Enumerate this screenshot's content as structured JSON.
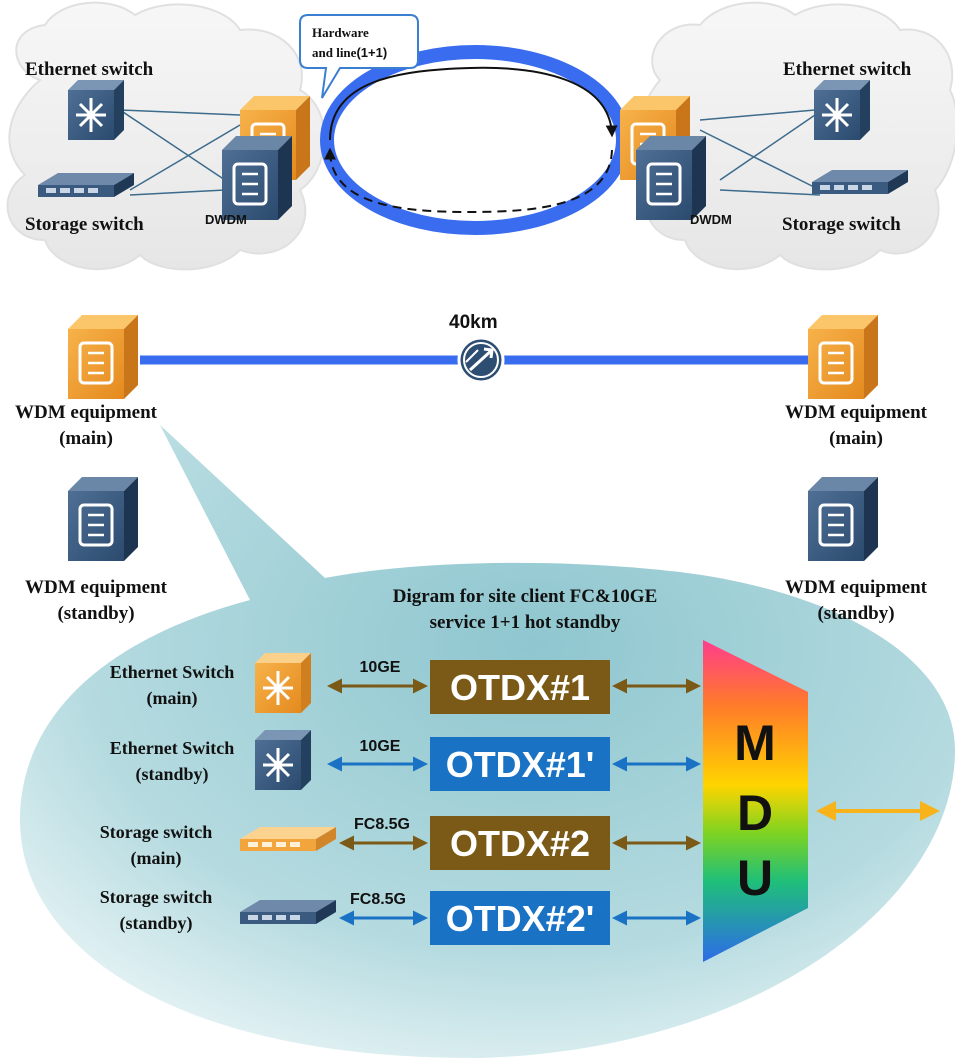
{
  "top": {
    "left_site": {
      "ethernet_switch": "Ethernet switch",
      "storage_switch": "Storage switch",
      "dwdm": "DWDM"
    },
    "right_site": {
      "ethernet_switch": "Ethernet switch",
      "storage_switch": "Storage switch",
      "dwdm": "DWDM"
    },
    "callout": {
      "line1": "Hardware",
      "line2_prefix": "and line",
      "line2_suffix": "(1+1)"
    }
  },
  "link": {
    "distance": "40km",
    "left": {
      "main_l1": "WDM equipment",
      "main_l2": "(main)",
      "standby_l1": "WDM equipment",
      "standby_l2": "(standby)"
    },
    "right": {
      "main_l1": "WDM equipment",
      "main_l2": "(main)",
      "standby_l1": "WDM equipment",
      "standby_l2": "(standby)"
    }
  },
  "detail": {
    "title_l1": "Digram for site client FC&10GE",
    "title_l2": "service 1+1 hot standby",
    "rows": [
      {
        "label_l1": "Ethernet Switch",
        "label_l2": "(main)",
        "rate": "10GE",
        "board": "OTDX#1",
        "color": "#7a5a16"
      },
      {
        "label_l1": "Ethernet Switch",
        "label_l2": "(standby)",
        "rate": "10GE",
        "board": "OTDX#1'",
        "color": "#1a72c4"
      },
      {
        "label_l1": "Storage switch",
        "label_l2": "(main)",
        "rate": "FC8.5G",
        "board": "OTDX#2",
        "color": "#7a5a16"
      },
      {
        "label_l1": "Storage switch",
        "label_l2": "(standby)",
        "rate": "FC8.5G",
        "board": "OTDX#2'",
        "color": "#1a72c4"
      }
    ],
    "mdu": [
      "M",
      "D",
      "U"
    ]
  },
  "colors": {
    "orange": "#f0a030",
    "navy": "#2e4d72",
    "blue_line": "#3a6cf0",
    "brown": "#7a5a16",
    "blue_board": "#1a72c4",
    "yellow_arrow": "#f7b319"
  }
}
